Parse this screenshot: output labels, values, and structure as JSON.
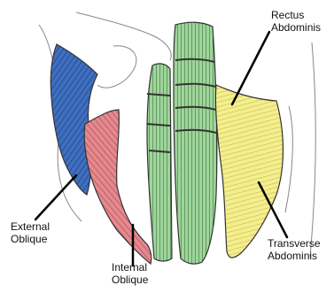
{
  "labels": {
    "rectus_line1": "Rectus",
    "rectus_line2": "Abdominis",
    "external_line1": "External",
    "external_line2": "Oblique",
    "internal_line1": "Internal",
    "internal_line2": "Oblique",
    "transverse_line1": "Transverse",
    "transverse_line2": "Abdominis"
  },
  "colors": {
    "external_oblique": "#3f6fc0",
    "internal_oblique": "#e5898f",
    "rectus_abdominis": "#9ed59a",
    "transverse_abdominis": "#f4ee8e",
    "outline": "#333333",
    "leader_line": "#000000"
  }
}
